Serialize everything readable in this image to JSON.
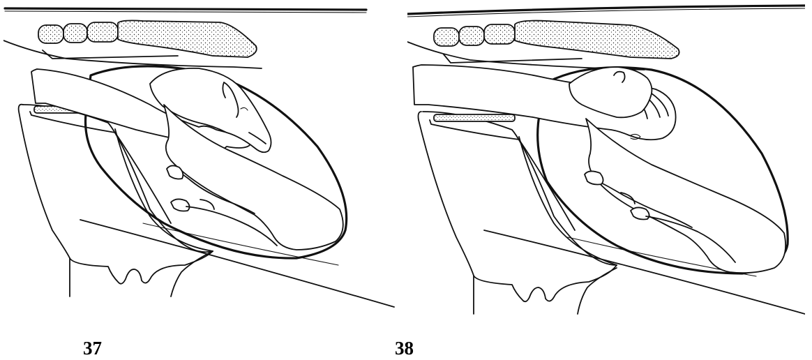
{
  "figures": [
    {
      "id": "figure-37",
      "label": "37"
    },
    {
      "id": "figure-38",
      "label": "38"
    }
  ]
}
